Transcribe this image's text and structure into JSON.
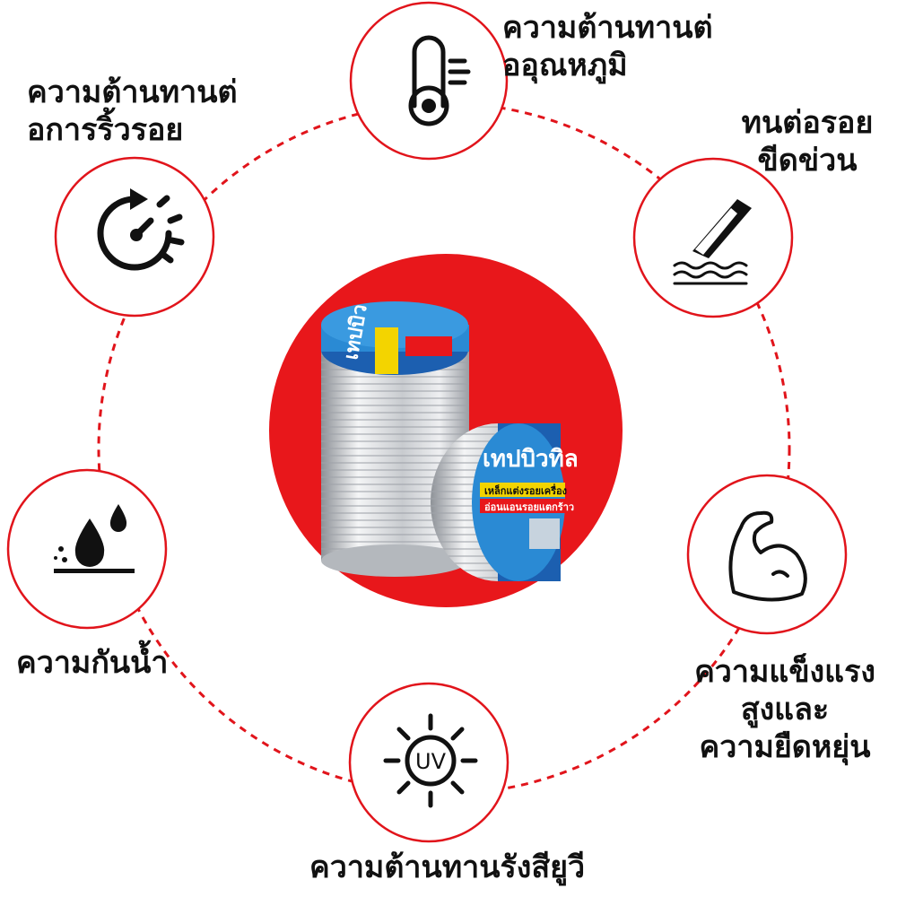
{
  "features": {
    "temperature": {
      "line1": "ความต้านทานต่",
      "line2": "ออุณหภูมิ",
      "icon": "thermometer-icon"
    },
    "scratch": {
      "line1": "ทนต่อรอย",
      "line2": "ขีดข่วน",
      "icon": "knife-cut-icon"
    },
    "vibration": {
      "line1": "ความต้านทานต่",
      "line2": "อการริ้วรอย",
      "icon": "stopwatch-icon"
    },
    "water": {
      "line1": "ความกันน้ำ",
      "icon": "water-drops-icon"
    },
    "strength": {
      "line1": "ความแข็งแรง",
      "line2": "สูงและ",
      "line3": "ความยืดหยุ่น",
      "icon": "flexed-arm-icon"
    },
    "uv": {
      "line1": "ความต้านทานรังสียูวี",
      "icon": "uv-sun-icon",
      "icon_text": "UV"
    }
  },
  "product": {
    "brand": "เทปบิวทิล",
    "band_text": "เหล็กแต่งรอยเครื่อง",
    "band_text2": "อ่อนแอนรอยแตกร้าว"
  },
  "colors": {
    "accent": "#e8171b",
    "ring": "#e1141b",
    "label_box": "#2a8ad4",
    "tape_silver": "#d7d9dc"
  }
}
